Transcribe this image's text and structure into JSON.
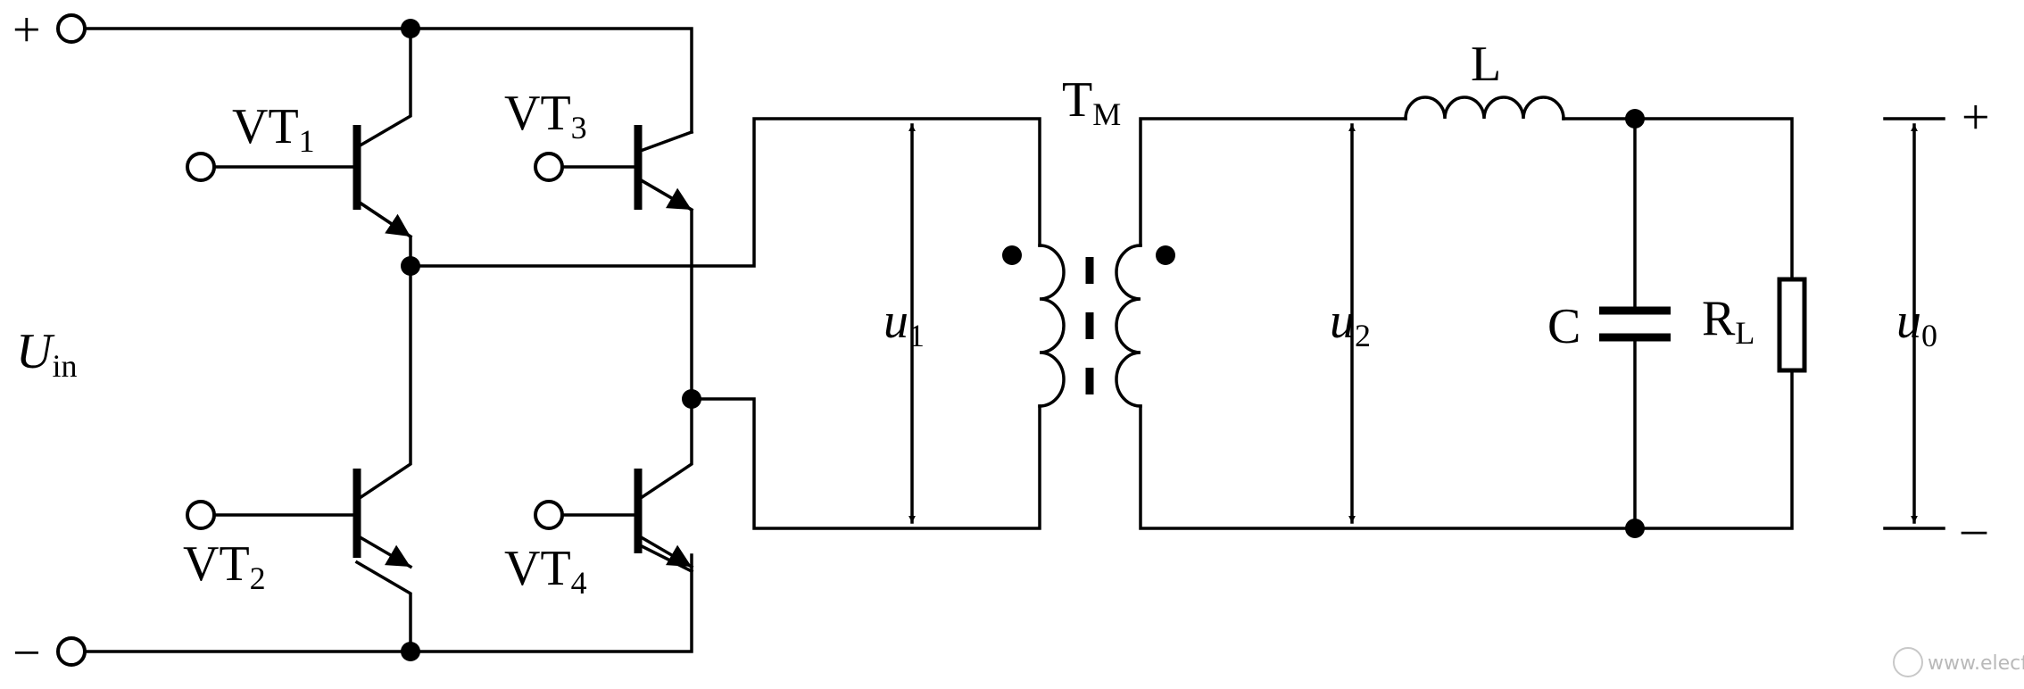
{
  "terminals": {
    "plus": "+",
    "minus": "−"
  },
  "input": {
    "symbol": "U",
    "sub": "in"
  },
  "transistors": [
    {
      "name": "VT",
      "sub": "1"
    },
    {
      "name": "VT",
      "sub": "2"
    },
    {
      "name": "VT",
      "sub": "3"
    },
    {
      "name": "VT",
      "sub": "4"
    }
  ],
  "transformer": {
    "name": "T",
    "sub": "M"
  },
  "voltages": {
    "u1": {
      "symbol": "u",
      "sub": "1"
    },
    "u2": {
      "symbol": "u",
      "sub": "2"
    },
    "u0": {
      "symbol": "u",
      "sub": "0"
    }
  },
  "inductor": {
    "label": "L"
  },
  "capacitor": {
    "label": "C"
  },
  "resistor": {
    "name": "R",
    "sub": "L"
  },
  "output": {
    "plus": "+",
    "minus": "–"
  },
  "watermark": {
    "text": "www.elecfans.com"
  },
  "colors": {
    "ink": "#000000",
    "background": "#ffffff",
    "watermark": "#b9b9b9"
  }
}
